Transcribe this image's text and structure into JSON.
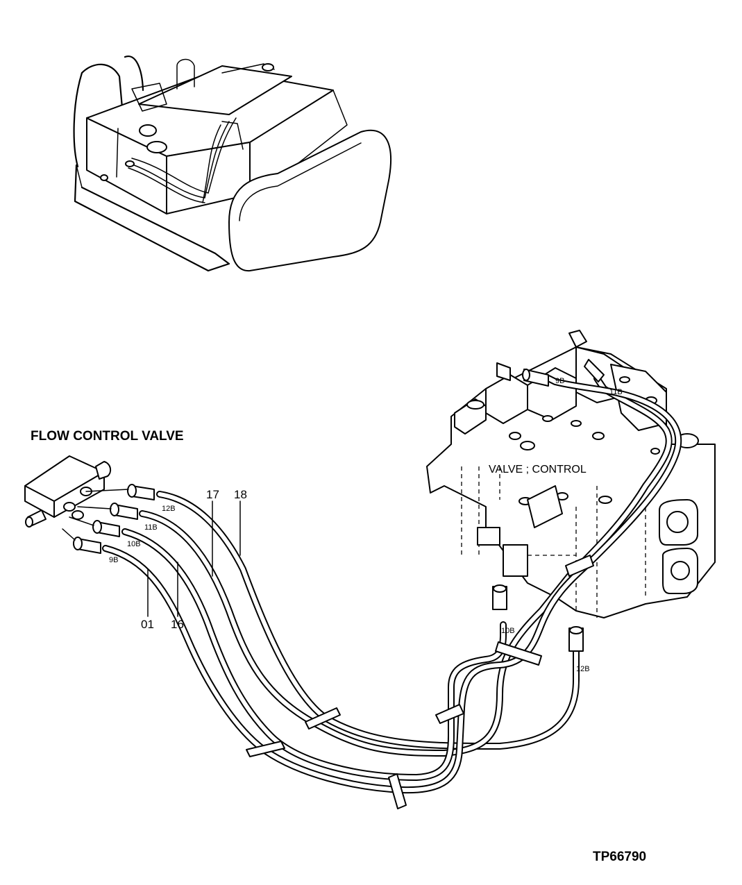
{
  "labels": {
    "flow_control_valve": "FLOW CONTROL VALVE",
    "valve_control": "VALVE ; CONTROL",
    "drawing_id": "TP66790"
  },
  "hose_tags": {
    "fcv_12b": "12B",
    "fcv_11b": "11B",
    "fcv_10b": "10B",
    "fcv_9b": "9B",
    "cv_9b": "9B",
    "cv_11b": "11B",
    "cv_10b": "10B",
    "cv_12b": "12B"
  },
  "callouts": {
    "c17": "17",
    "c18": "18",
    "c01": "01",
    "c16": "16"
  }
}
